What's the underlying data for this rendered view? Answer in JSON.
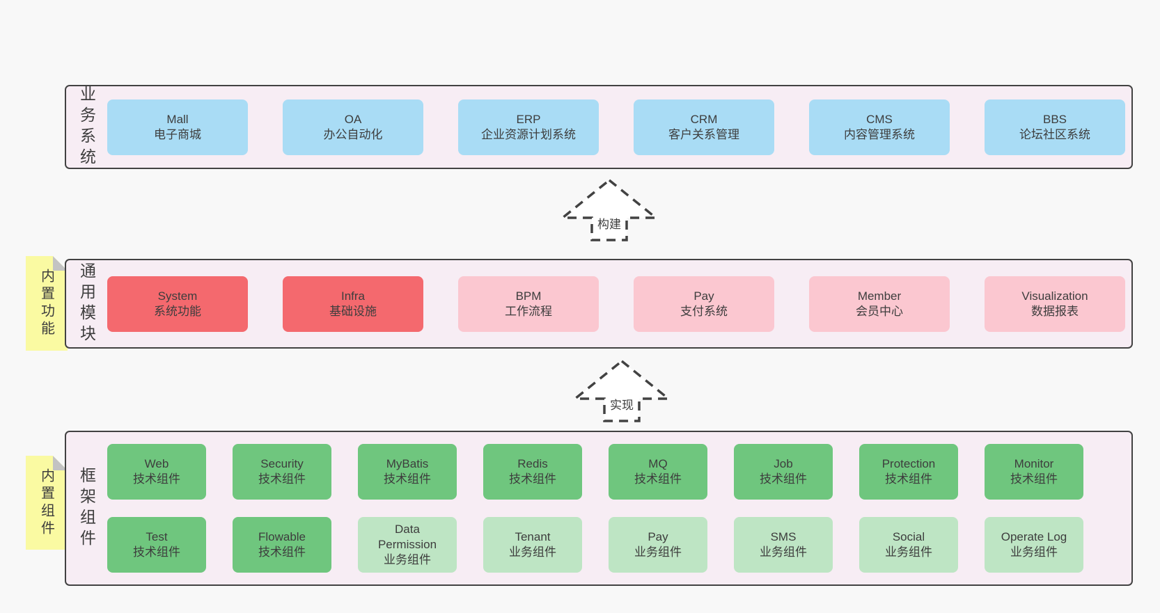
{
  "layers": {
    "business": {
      "label": "业务系统",
      "boxes": [
        {
          "name": "Mall",
          "desc": "电子商城"
        },
        {
          "name": "OA",
          "desc": "办公自动化"
        },
        {
          "name": "ERP",
          "desc": "企业资源计划系统"
        },
        {
          "name": "CRM",
          "desc": "客户关系管理"
        },
        {
          "name": "CMS",
          "desc": "内容管理系统"
        },
        {
          "name": "BBS",
          "desc": "论坛社区系统"
        }
      ]
    },
    "modules": {
      "label": "通用模块",
      "boxes": [
        {
          "name": "System",
          "desc": "系统功能",
          "emphasis": "strong"
        },
        {
          "name": "Infra",
          "desc": "基础设施",
          "emphasis": "strong"
        },
        {
          "name": "BPM",
          "desc": "工作流程",
          "emphasis": "normal"
        },
        {
          "name": "Pay",
          "desc": "支付系统",
          "emphasis": "normal"
        },
        {
          "name": "Member",
          "desc": "会员中心",
          "emphasis": "normal"
        },
        {
          "name": "Visualization",
          "desc": "数据报表",
          "emphasis": "normal"
        }
      ]
    },
    "components": {
      "label": "框架组件",
      "row1": [
        {
          "name": "Web",
          "desc": "技术组件"
        },
        {
          "name": "Security",
          "desc": "技术组件"
        },
        {
          "name": "MyBatis",
          "desc": "技术组件"
        },
        {
          "name": "Redis",
          "desc": "技术组件"
        },
        {
          "name": "MQ",
          "desc": "技术组件"
        },
        {
          "name": "Job",
          "desc": "技术组件"
        },
        {
          "name": "Protection",
          "desc": "技术组件"
        },
        {
          "name": "Monitor",
          "desc": "技术组件"
        }
      ],
      "row2": [
        {
          "name": "Test",
          "desc": "技术组件"
        },
        {
          "name": "Flowable",
          "desc": "技术组件"
        },
        {
          "name": "Data Permission",
          "desc": "业务组件"
        },
        {
          "name": "Tenant",
          "desc": "业务组件"
        },
        {
          "name": "Pay",
          "desc": "业务组件"
        },
        {
          "name": "SMS",
          "desc": "业务组件"
        },
        {
          "name": "Social",
          "desc": "业务组件"
        },
        {
          "name": "Operate Log",
          "desc": "业务组件"
        }
      ]
    }
  },
  "arrows": {
    "build": "构建",
    "implement": "实现"
  },
  "stickies": {
    "functions": "内置功能",
    "components": "内置组件"
  },
  "colors": {
    "page_background": "#f8f8f8",
    "layer_background": "#f7edf4",
    "layer_border": "#424242",
    "business_box": "#a9dcf5",
    "module_strong_box": "#f4696e",
    "module_normal_box": "#fbc7d0",
    "tech_component_box": "#6fc67e",
    "biz_component_box": "#bee5c4",
    "sticky_note": "#fafaa2",
    "sticky_fold": "#c3c3c3",
    "text": "#3d3d3d"
  }
}
